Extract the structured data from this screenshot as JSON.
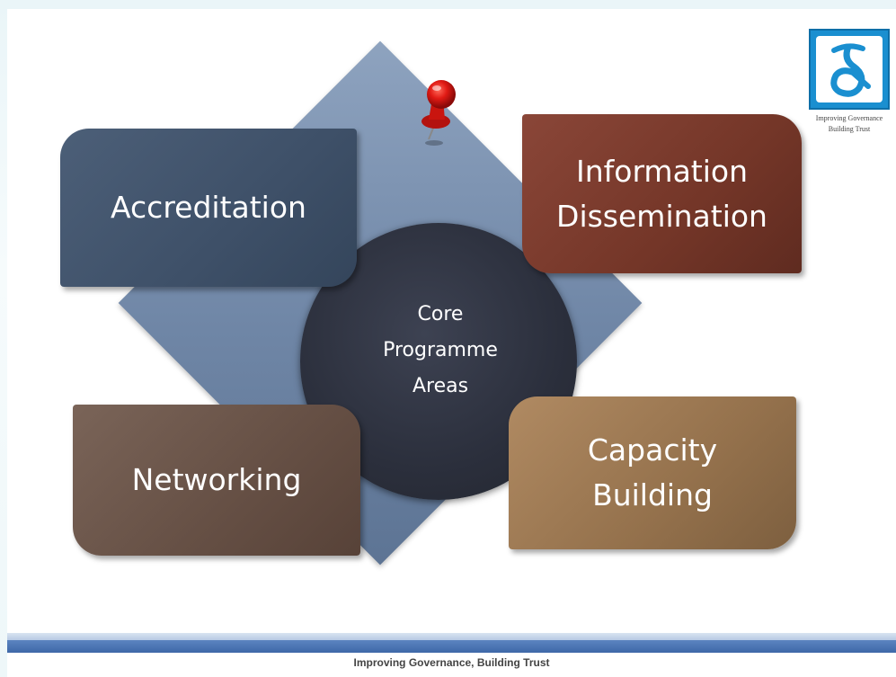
{
  "center": {
    "line1": "Core",
    "line2": "Programme",
    "line3": "Areas"
  },
  "areas": {
    "accreditation": "Accreditation",
    "information_line1": "Information",
    "information_line2": "Dissemination",
    "networking": "Networking",
    "capacity_line1": "Capacity",
    "capacity_line2": "Building"
  },
  "logo": {
    "caption_line1": "Improving Governance",
    "caption_line2": "Building Trust"
  },
  "footer": {
    "tagline": "Improving Governance, Building Trust"
  },
  "colors": {
    "accreditation": "#3e5068",
    "information": "#743628",
    "networking": "#654f44",
    "capacity": "#94714c",
    "diamond": "#7089a8",
    "center": "#2b2f3c",
    "footer_bar": "#3e68a8"
  },
  "icons": {
    "pin": "red-pushpin-icon",
    "logo": "organization-logo"
  }
}
